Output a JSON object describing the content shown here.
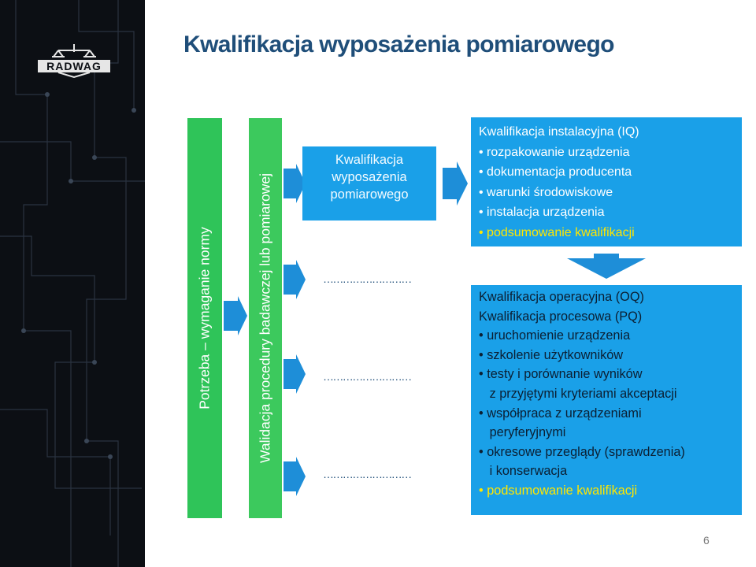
{
  "title": "Kwalifikacja wyposażenia pomiarowego",
  "logo_text": "RADWAG",
  "left_bar_text": "Potrzeba – wymaganie normy",
  "second_bar_text": "Walidacja procedury badawczej lub pomiarowej",
  "middle_box": {
    "lines": [
      "Kwalifikacja",
      "wyposażenia",
      "pomiarowego"
    ]
  },
  "dots": [
    "………………………",
    "………………………",
    "………………………"
  ],
  "iq_box": {
    "lines": [
      "Kwalifikacja instalacyjna (IQ)",
      "• rozpakowanie urządzenia",
      "• dokumentacja producenta",
      "• warunki środowiskowe",
      "• instalacja urządzenia",
      "• podsumowanie kwalifikacji"
    ]
  },
  "oq_box": {
    "lines": [
      "Kwalifikacja operacyjna (OQ)",
      "Kwalifikacja procesowa (PQ)",
      "• uruchomienie urządzenia",
      "• szkolenie użytkowników",
      "• testy i porównanie wyników",
      "   z przyjętymi kryteriami akceptacji",
      "• współpraca z urządzeniami",
      "   peryferyjnymi",
      "• okresowe przeglądy (sprawdzenia)",
      "   i konserwacja",
      "• podsumowanie kwalifikacji"
    ]
  },
  "page_number": "6",
  "colors": {
    "title": "#1f4e79",
    "green_bar": "#34c759",
    "blue_box": "#1aa0e8",
    "highlight": "#ffe600",
    "sidebar": "#0c0f14"
  }
}
